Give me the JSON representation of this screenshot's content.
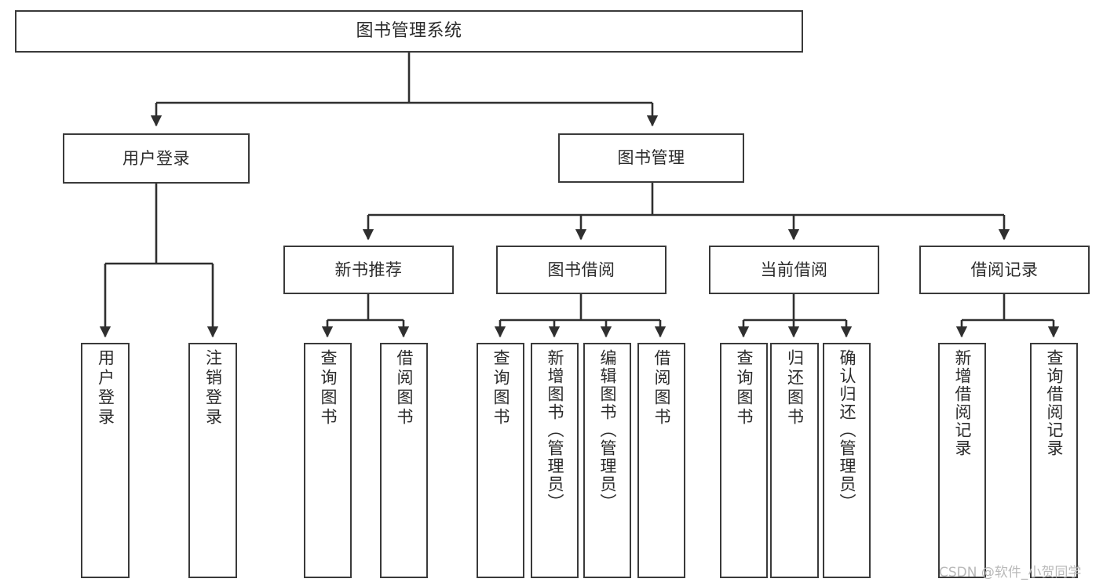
{
  "diagram": {
    "title": "图书管理系统",
    "type": "tree-hierarchy",
    "watermark": "CSDN @软件_小贺同学",
    "colors": {
      "box_border": "#3a3a3a",
      "box_fill": "#ffffff",
      "edge": "#2f2f2f",
      "text": "#2b2b2b",
      "watermark": "#b9b9b9",
      "background": "#ffffff"
    },
    "nodes": {
      "root": {
        "label": "图书管理系统"
      },
      "level2": [
        {
          "id": "user-login",
          "label": "用户登录"
        },
        {
          "id": "book-manage",
          "label": "图书管理"
        }
      ],
      "level3": [
        {
          "id": "new-book-recommend",
          "label": "新书推荐"
        },
        {
          "id": "book-borrow",
          "label": "图书借阅"
        },
        {
          "id": "current-borrow",
          "label": "当前借阅"
        },
        {
          "id": "borrow-record",
          "label": "借阅记录"
        }
      ],
      "leaves": {
        "user-login": [
          {
            "id": "leaf-user-login",
            "label": "用户登录"
          },
          {
            "id": "leaf-user-logout",
            "label": "注销登录"
          }
        ],
        "new-book-recommend": [
          {
            "id": "leaf-query-book-1",
            "label": "查询图书"
          },
          {
            "id": "leaf-borrow-book-1",
            "label": "借阅图书"
          }
        ],
        "book-borrow": [
          {
            "id": "leaf-query-book-2",
            "label": "查询图书"
          },
          {
            "id": "leaf-add-book",
            "label": "新增图书（管理员）"
          },
          {
            "id": "leaf-edit-book",
            "label": "编辑图书（管理员）"
          },
          {
            "id": "leaf-borrow-book-2",
            "label": "借阅图书"
          }
        ],
        "current-borrow": [
          {
            "id": "leaf-query-book-3",
            "label": "查询图书"
          },
          {
            "id": "leaf-return-book",
            "label": "归还图书"
          },
          {
            "id": "leaf-confirm-return",
            "label": "确认归还（管理员）"
          }
        ],
        "borrow-record": [
          {
            "id": "leaf-add-record",
            "label": "新增借阅记录"
          },
          {
            "id": "leaf-query-record",
            "label": "查询借阅记录"
          }
        ]
      }
    }
  }
}
